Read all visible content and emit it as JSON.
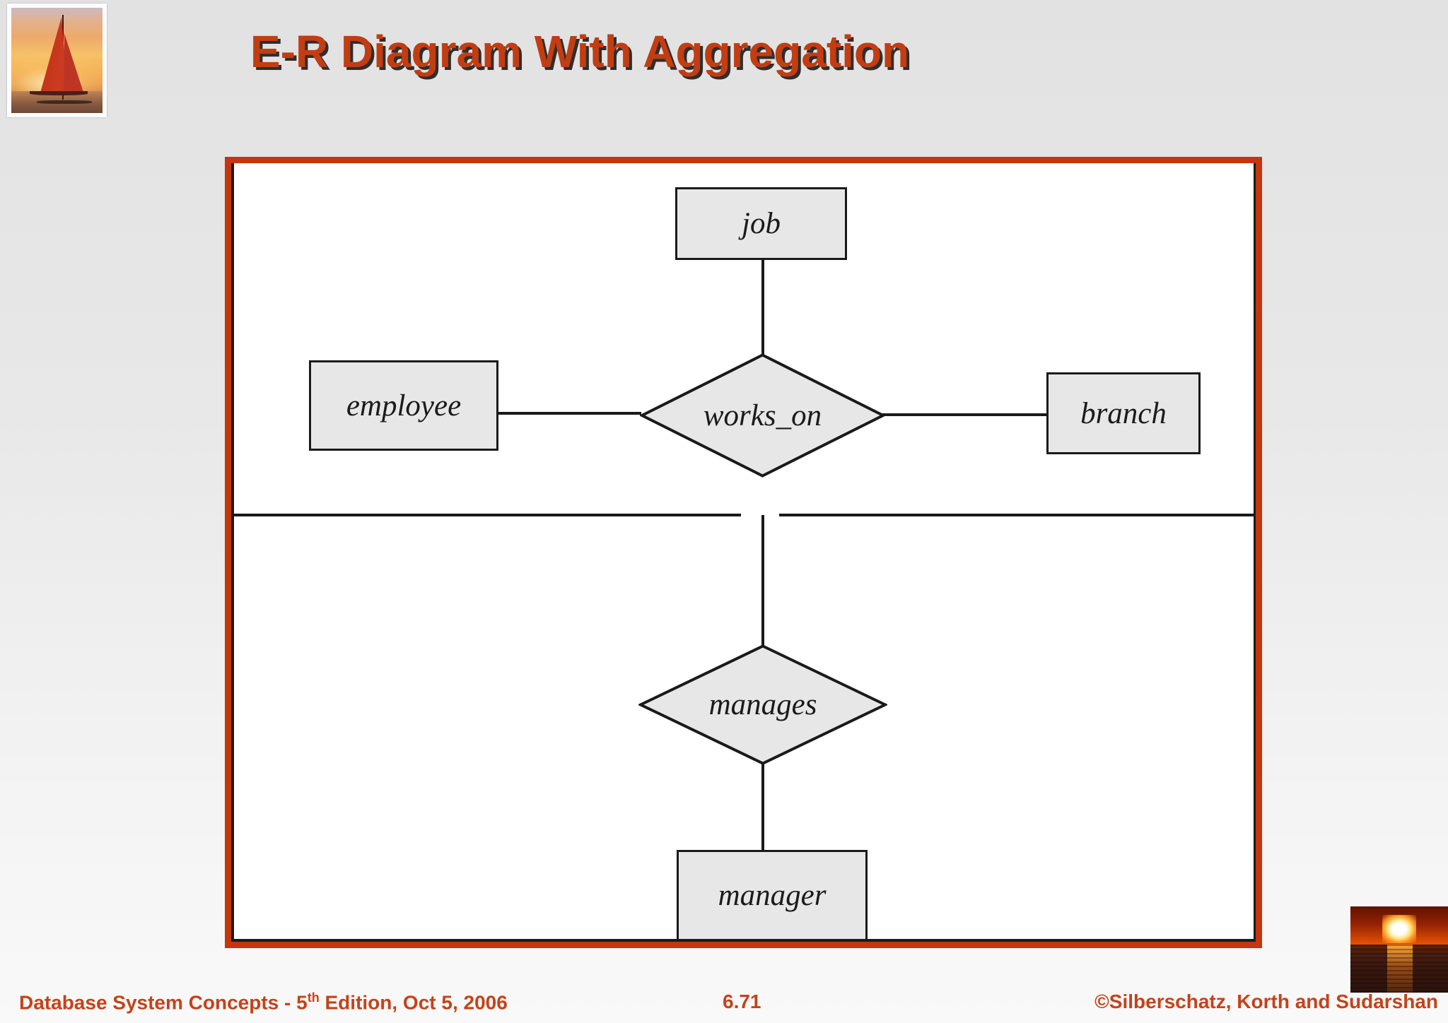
{
  "slide": {
    "title": "E-R Diagram With Aggregation"
  },
  "footer": {
    "left_prefix": "Database System Concepts - 5",
    "left_superscript": "th",
    "left_suffix": " Edition, Oct 5, 2006",
    "page_number": "6.71",
    "right": "©Silberschatz, Korth and Sudarshan"
  },
  "diagram": {
    "frame_color": "#c4360b",
    "line_color": "#1a1a1a",
    "shape_fill": "#e7e7e7",
    "nodes": [
      {
        "id": "job",
        "type": "entity",
        "label": "job"
      },
      {
        "id": "employee",
        "type": "entity",
        "label": "employee"
      },
      {
        "id": "works_on",
        "type": "relationship",
        "label": "works_on"
      },
      {
        "id": "branch",
        "type": "entity",
        "label": "branch"
      },
      {
        "id": "manages",
        "type": "relationship",
        "label": "manages"
      },
      {
        "id": "manager",
        "type": "entity",
        "label": "manager"
      }
    ],
    "edges": [
      {
        "from": "job",
        "to": "works_on"
      },
      {
        "from": "employee",
        "to": "works_on"
      },
      {
        "from": "works_on",
        "to": "branch"
      },
      {
        "from": "aggregation-box",
        "to": "manages"
      },
      {
        "from": "manages",
        "to": "manager"
      }
    ],
    "aggregation_contains": [
      "job",
      "employee",
      "works_on",
      "branch"
    ]
  },
  "images": {
    "top_left": "sailboat-sunset-photo",
    "bottom_right": "ocean-sunset-photo"
  }
}
